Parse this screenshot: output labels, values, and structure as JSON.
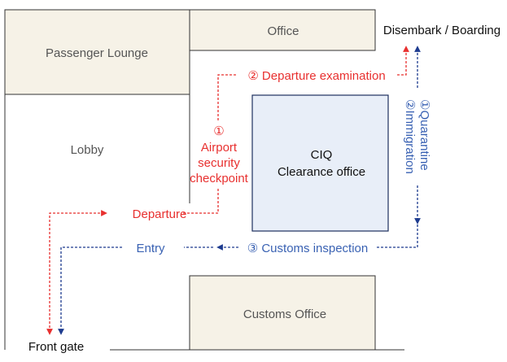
{
  "rooms": {
    "passenger_lounge": "Passenger Lounge",
    "office": "Office",
    "lobby": "Lobby",
    "customs_office": "Customs Office",
    "ciq_title": "CIQ",
    "ciq_subtitle": "Clearance office"
  },
  "endpoints": {
    "disembark_boarding": "Disembark / Boarding",
    "front_gate": "Front gate"
  },
  "departure_route": {
    "color": "#e8302f",
    "step1_number": "①",
    "step1_line1": "Airport",
    "step1_line2": "security",
    "step1_line3": "checkpoint",
    "step2": "② Departure examination",
    "label": "Departure"
  },
  "arrival_route": {
    "color": "#3a62b3",
    "step1": "①Quarantine",
    "step2": "②Immigration",
    "step3": "③ Customs inspection",
    "label": "Entry"
  },
  "colors": {
    "room_fill": "#f6f2e7",
    "room_stroke": "#333333",
    "ciq_fill": "#e8eef8",
    "ciq_stroke": "#1d2f5e"
  }
}
